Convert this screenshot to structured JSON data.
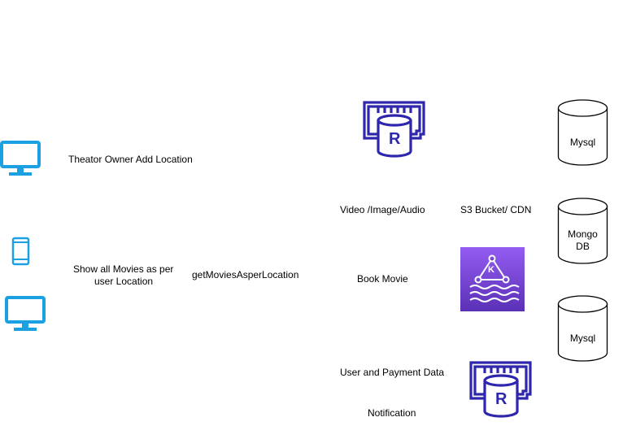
{
  "labels": {
    "theater_owner": "Theator Owner Add Location",
    "show_movies_line1": "Show all Movies as per",
    "show_movies_line2": "user Location",
    "get_movies": "getMoviesAsperLocation",
    "video_image_audio": "Video /Image/Audio",
    "s3_cdn": "S3 Bucket/ CDN",
    "book_movie": "Book Movie",
    "user_payment": "User and Payment Data",
    "notification": "Notification"
  },
  "databases": {
    "mysql_top": "Mysql",
    "mongo_line1": "Mongo",
    "mongo_line2": "DB",
    "mysql_bottom": "Mysql"
  },
  "icons": {
    "redis_letter": "R",
    "kafka_letter": "K"
  },
  "colors": {
    "client": "#1BA1E2",
    "redis": "#2E27AD",
    "kafka_top": "#945DF2",
    "kafka_bottom": "#5A30B5",
    "outline": "#000000"
  }
}
